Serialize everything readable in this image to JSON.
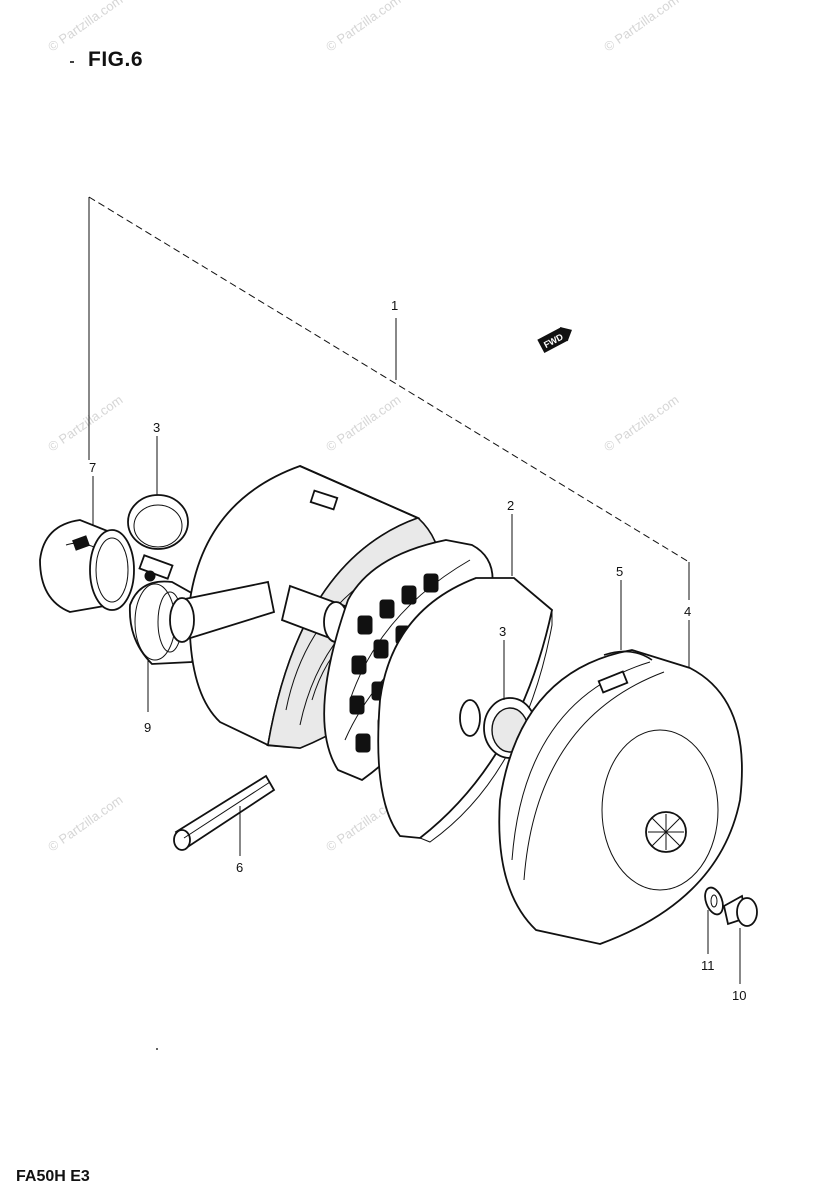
{
  "figure": {
    "title": "FIG.6",
    "model_code": "FA50H E3"
  },
  "watermark": {
    "text": "© Partzilla.com"
  },
  "badge": {
    "text": "FWD"
  },
  "callouts": [
    {
      "id": "c1",
      "label": "1"
    },
    {
      "id": "c2",
      "label": "2"
    },
    {
      "id": "c3a",
      "label": "3"
    },
    {
      "id": "c3b",
      "label": "3"
    },
    {
      "id": "c4",
      "label": "4"
    },
    {
      "id": "c5",
      "label": "5"
    },
    {
      "id": "c6",
      "label": "6"
    },
    {
      "id": "c7",
      "label": "7"
    },
    {
      "id": "c9",
      "label": "9"
    },
    {
      "id": "c10",
      "label": "10"
    },
    {
      "id": "c11",
      "label": "11"
    }
  ]
}
